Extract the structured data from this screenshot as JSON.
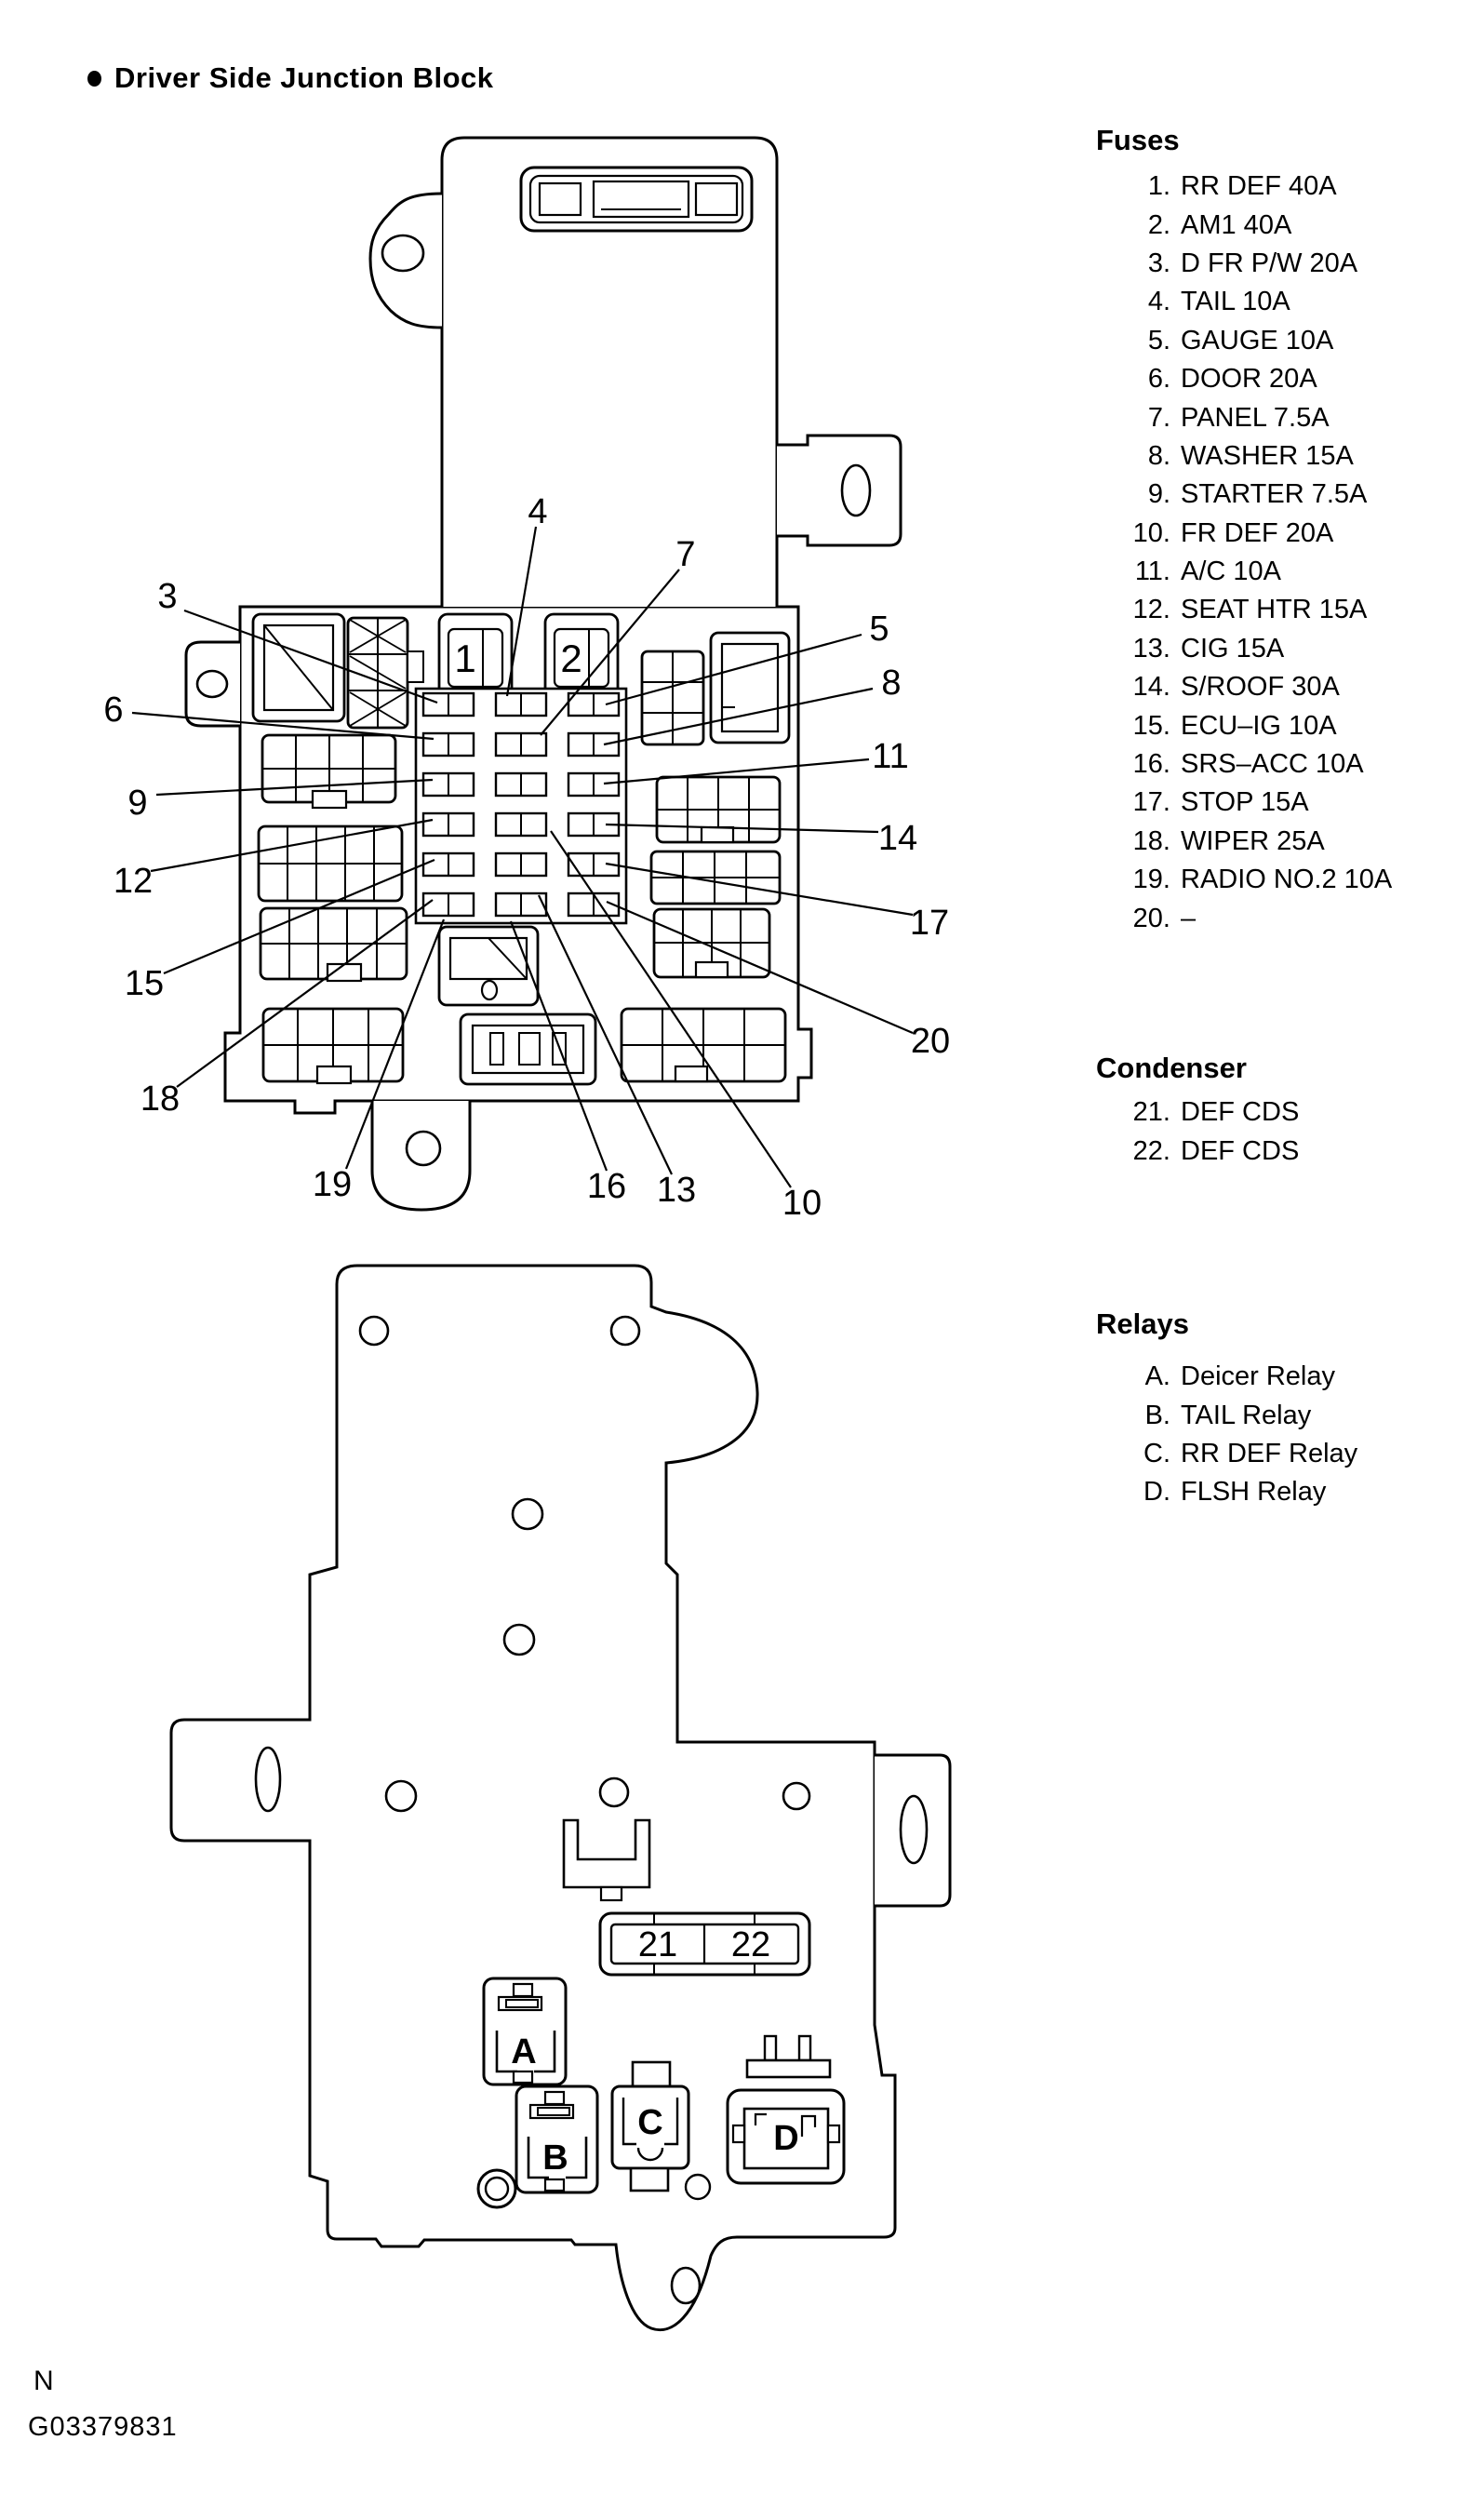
{
  "page": {
    "title": "Driver Side Junction Block",
    "footer_mark": "N",
    "figure_id": "G03379831"
  },
  "fuses": {
    "heading": "Fuses",
    "items": [
      {
        "num": "1.",
        "label": "RR DEF 40A"
      },
      {
        "num": "2.",
        "label": "AM1 40A"
      },
      {
        "num": "3.",
        "label": "D FR P/W 20A"
      },
      {
        "num": "4.",
        "label": "TAIL 10A"
      },
      {
        "num": "5.",
        "label": "GAUGE 10A"
      },
      {
        "num": "6.",
        "label": "DOOR 20A"
      },
      {
        "num": "7.",
        "label": "PANEL 7.5A"
      },
      {
        "num": "8.",
        "label": "WASHER 15A"
      },
      {
        "num": "9.",
        "label": "STARTER 7.5A"
      },
      {
        "num": "10.",
        "label": "FR DEF 20A"
      },
      {
        "num": "11.",
        "label": "A/C 10A"
      },
      {
        "num": "12.",
        "label": "SEAT HTR 15A"
      },
      {
        "num": "13.",
        "label": "CIG 15A"
      },
      {
        "num": "14.",
        "label": "S/ROOF 30A"
      },
      {
        "num": "15.",
        "label": "ECU–IG 10A"
      },
      {
        "num": "16.",
        "label": "SRS–ACC 10A"
      },
      {
        "num": "17.",
        "label": "STOP 15A"
      },
      {
        "num": "18.",
        "label": "WIPER 25A"
      },
      {
        "num": "19.",
        "label": "RADIO NO.2 10A"
      },
      {
        "num": "20.",
        "label": "–"
      }
    ]
  },
  "condenser": {
    "heading": "Condenser",
    "items": [
      {
        "num": "21.",
        "label": "DEF CDS"
      },
      {
        "num": "22.",
        "label": "DEF CDS"
      }
    ]
  },
  "relays": {
    "heading": "Relays",
    "items": [
      {
        "num": "A.",
        "label": "Deicer Relay"
      },
      {
        "num": "B.",
        "label": "TAIL Relay"
      },
      {
        "num": "C.",
        "label": "RR DEF Relay"
      },
      {
        "num": "D.",
        "label": "FLSH Relay"
      }
    ]
  },
  "diagram": {
    "upper": {
      "slot1": "1",
      "slot2": "2",
      "callouts": {
        "c3": "3",
        "c4": "4",
        "c5": "5",
        "c6": "6",
        "c7": "7",
        "c8": "8",
        "c9": "9",
        "c10": "10",
        "c11": "11",
        "c12": "12",
        "c13": "13",
        "c14": "14",
        "c15": "15",
        "c16": "16",
        "c17": "17",
        "c18": "18",
        "c19": "19",
        "c20": "20"
      }
    },
    "lower": {
      "fuse21": "21",
      "fuse22": "22",
      "relayA": "A",
      "relayB": "B",
      "relayC": "C",
      "relayD": "D"
    }
  }
}
